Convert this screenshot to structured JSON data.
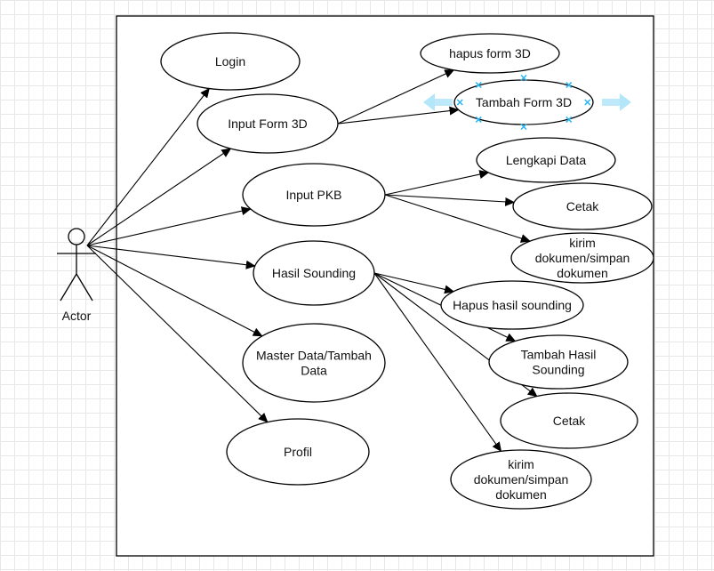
{
  "actor": {
    "label": "Actor"
  },
  "use_cases": [
    {
      "id": "login",
      "lines": [
        "Login"
      ]
    },
    {
      "id": "input-form-3d",
      "lines": [
        "Input Form 3D"
      ]
    },
    {
      "id": "input-pkb",
      "lines": [
        "Input PKB"
      ]
    },
    {
      "id": "hasil-sounding",
      "lines": [
        "Hasil Sounding"
      ]
    },
    {
      "id": "master-data",
      "lines": [
        "Master Data/Tambah",
        "Data"
      ]
    },
    {
      "id": "profil",
      "lines": [
        "Profil"
      ]
    },
    {
      "id": "hapus-form-3d",
      "lines": [
        "hapus form 3D"
      ]
    },
    {
      "id": "tambah-form-3d",
      "lines": [
        "Tambah Form 3D"
      ]
    },
    {
      "id": "lengkapi-data",
      "lines": [
        "Lengkapi Data"
      ]
    },
    {
      "id": "cetak-pkb",
      "lines": [
        "Cetak"
      ]
    },
    {
      "id": "kirim-pkb",
      "lines": [
        "kirim",
        "dokumen/simpan",
        "dokumen"
      ]
    },
    {
      "id": "hapus-hasil-sounding",
      "lines": [
        "Hapus hasil sounding"
      ]
    },
    {
      "id": "tambah-hasil-sounding",
      "lines": [
        "Tambah Hasil",
        "Sounding"
      ]
    },
    {
      "id": "cetak-sounding",
      "lines": [
        "Cetak"
      ]
    },
    {
      "id": "kirim-sounding",
      "lines": [
        "kirim",
        "dokumen/simpan",
        "dokumen"
      ]
    }
  ],
  "associations": [
    {
      "from": "actor",
      "to": "login"
    },
    {
      "from": "actor",
      "to": "input-form-3d"
    },
    {
      "from": "actor",
      "to": "input-pkb"
    },
    {
      "from": "actor",
      "to": "hasil-sounding"
    },
    {
      "from": "actor",
      "to": "master-data"
    },
    {
      "from": "actor",
      "to": "profil"
    },
    {
      "from": "input-form-3d",
      "to": "hapus-form-3d"
    },
    {
      "from": "input-form-3d",
      "to": "tambah-form-3d"
    },
    {
      "from": "input-pkb",
      "to": "lengkapi-data"
    },
    {
      "from": "input-pkb",
      "to": "cetak-pkb"
    },
    {
      "from": "input-pkb",
      "to": "kirim-pkb"
    },
    {
      "from": "hasil-sounding",
      "to": "hapus-hasil-sounding"
    },
    {
      "from": "hasil-sounding",
      "to": "tambah-hasil-sounding"
    },
    {
      "from": "hasil-sounding",
      "to": "cetak-sounding"
    },
    {
      "from": "hasil-sounding",
      "to": "kirim-sounding"
    }
  ],
  "selected": "tambah-form-3d",
  "colors": {
    "line": "#000000",
    "fill": "#ffffff",
    "selection": "#29b6f2",
    "grid": "#e7e7e7"
  }
}
